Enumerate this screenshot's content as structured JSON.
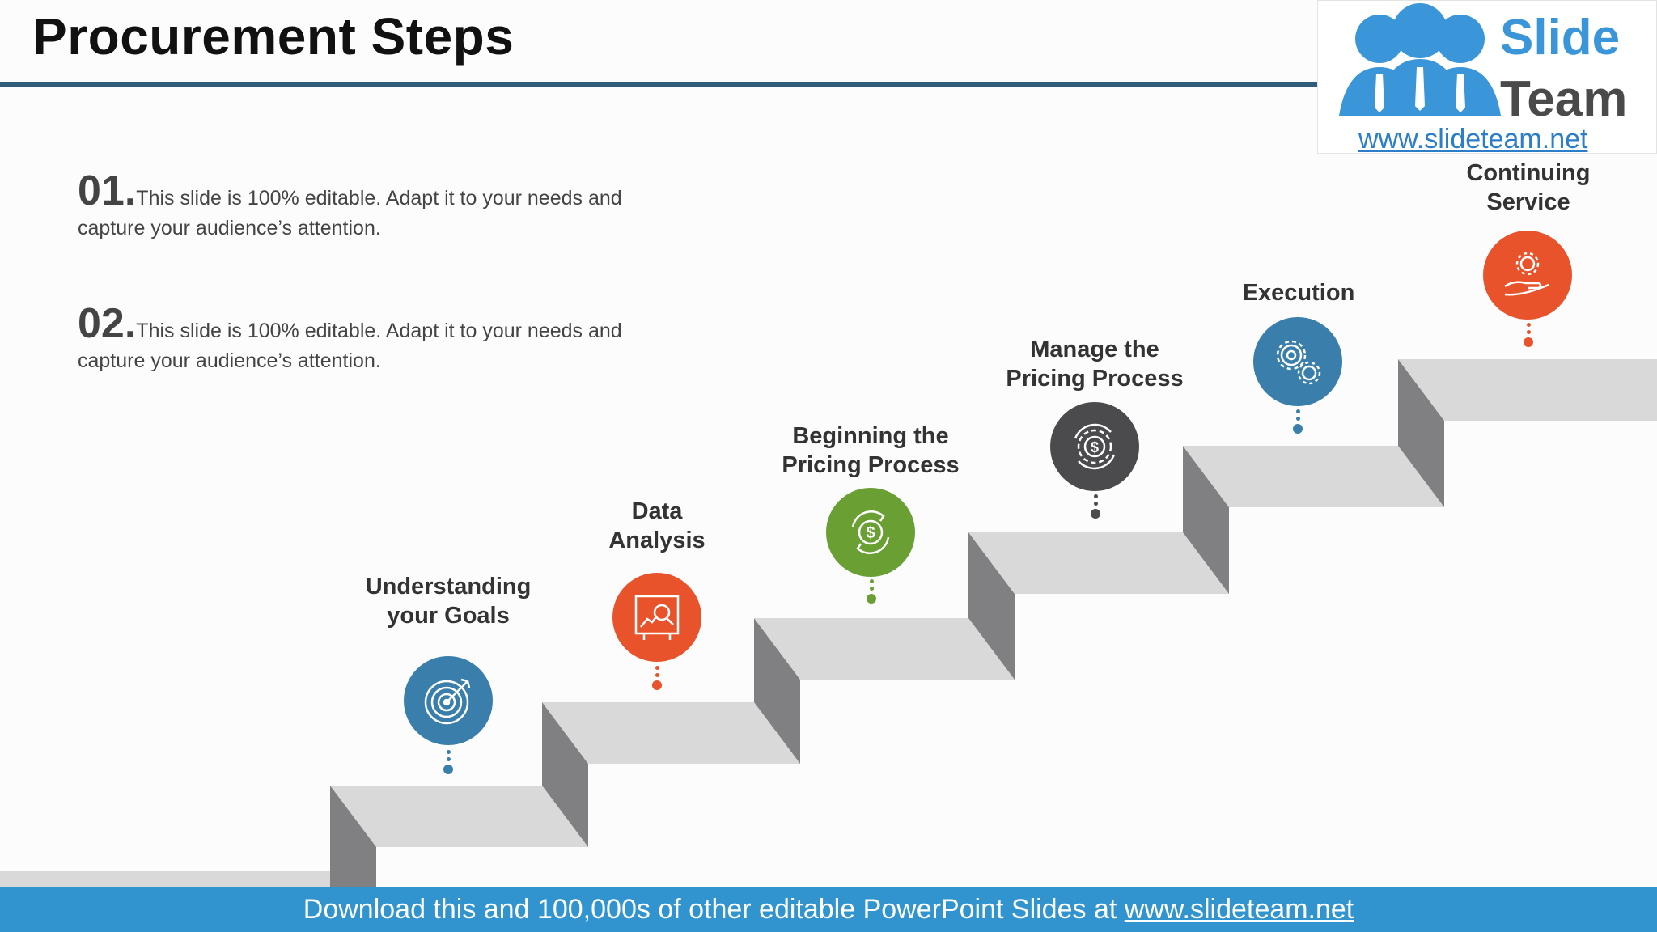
{
  "slide": {
    "title": "Procurement Steps"
  },
  "logo": {
    "word1": "Slide",
    "word2": "Team",
    "url": "www.slideteam.net",
    "colors": {
      "people": "#3b96d9",
      "team_text": "#4a4a4a"
    }
  },
  "notes": [
    {
      "number": "01.",
      "text": "This slide is 100% editable. Adapt it to your needs and capture your audience’s attention."
    },
    {
      "number": "02.",
      "text": "This slide is 100% editable. Adapt it to your needs and capture your audience’s attention."
    }
  ],
  "steps": [
    {
      "label_line1": "Understanding",
      "label_line2": "your Goals",
      "icon": "target-arrow-icon",
      "color": "#3a7fab"
    },
    {
      "label_line1": "Data",
      "label_line2": "Analysis",
      "icon": "analysis-board-icon",
      "color": "#e9532c"
    },
    {
      "label_line1": "Beginning the",
      "label_line2": "Pricing Process",
      "icon": "dollar-cycle-icon",
      "color": "#6a9f34"
    },
    {
      "label_line1": "Manage the",
      "label_line2": "Pricing Process",
      "icon": "dollar-settings-icon",
      "color": "#4b4b4d"
    },
    {
      "label_line1": "",
      "label_line2": "Execution",
      "icon": "gears-icon",
      "color": "#3a7fab"
    },
    {
      "label_line1": "Continuing",
      "label_line2": "Service",
      "icon": "hand-gear-icon",
      "color": "#e9532c"
    }
  ],
  "footer": {
    "text": "Download this and 100,000s of other editable PowerPoint Slides at ",
    "link": "www.slideteam.net"
  },
  "colors": {
    "title_rule": "#2f5d7a",
    "footer_bg": "#3294cf",
    "stair_top": "#d9d9da",
    "stair_side": "#808082"
  }
}
